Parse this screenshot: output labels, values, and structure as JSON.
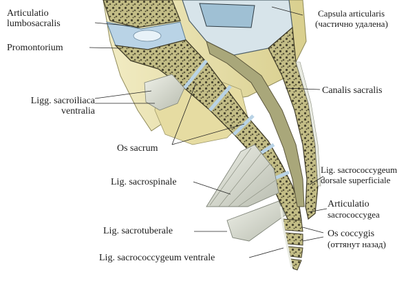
{
  "labels": {
    "lumbosacral_1": "Articulatio",
    "lumbosacral_2": "lumbosacralis",
    "capsula_1": "Capsula articularis",
    "capsula_2": "(частично удалена)",
    "promontorium": "Promontorium",
    "canalis": "Canalis sacralis",
    "sacroiliaca_1": "Ligg. sacroiliaca",
    "sacroiliaca_2": "ventralia",
    "os_sacrum": "Os sacrum",
    "sacrococcygeum_dorsale_1": "Lig. sacrococcygeum",
    "sacrococcygeum_dorsale_2": "dorsale superficiale",
    "sacrospinale": "Lig. sacrospinale",
    "sacrococcygea_1": "Articulatio",
    "sacrococcygea_2": "sacrococcygea",
    "sacrotuberale": "Lig. sacrotuberale",
    "coccygis_1": "Os coccygis",
    "coccygis_2": "(оттянут назад)",
    "sacrococcygeum_ventrale": "Lig. sacrococcygeum ventrale"
  },
  "colors": {
    "bone": "#c9c28c",
    "bone_dark": "#8f8a5a",
    "spongy_dot": "#4a4630",
    "disc": "#b9d3e6",
    "ligament": "#d9dcd0",
    "soft_tissue": "#ece3a8",
    "canal": "#a9a77a",
    "ink": "#1c1c1c"
  }
}
